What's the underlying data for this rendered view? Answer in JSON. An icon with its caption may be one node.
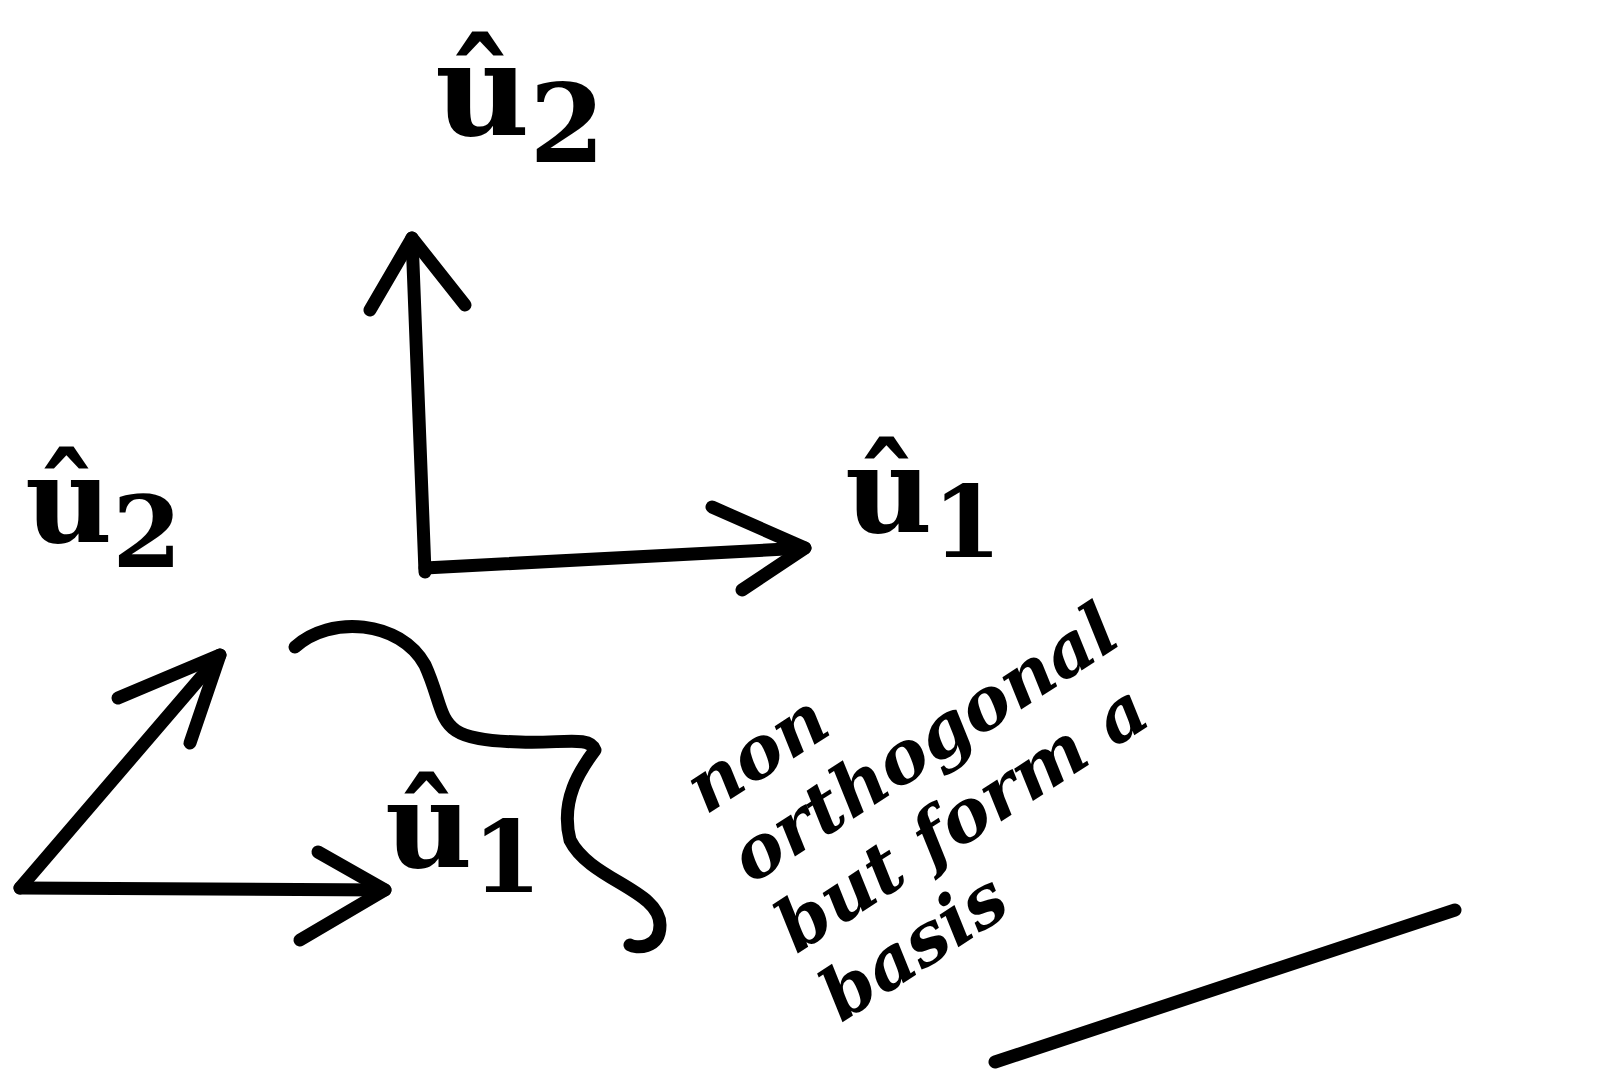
{
  "diagram": {
    "labels": [
      "û$_{2}$",
      "û$_{1}$",
      "û$_{2}$",
      "û$_{1}$",
      "non orthogonal but form a basis"
    ]
  }
}
